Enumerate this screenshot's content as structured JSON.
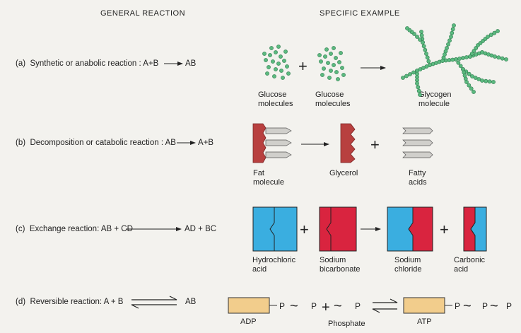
{
  "headers": {
    "general": "GENERAL REACTION",
    "specific": "SPECIFIC EXAMPLE"
  },
  "colors": {
    "fat": "#b8403f",
    "chain": "#d0cfcb",
    "blue": "#3aaee0",
    "red": "#d9243f",
    "adp": "#f2cd8c",
    "green": "#5bb97f"
  },
  "rows": [
    {
      "letter": "(a)",
      "text": "Synthetic or anabolic reaction : A+B",
      "product": "AB",
      "labels": [
        "Glucose\nmolecules",
        "Glucose\nmolecules",
        "Glycogen\nmolecule"
      ]
    },
    {
      "letter": "(b)",
      "text": "Decomposition or catabolic reaction : AB",
      "product": "A+B",
      "labels": [
        "Fat\nmolecule",
        "Glycerol",
        "Fatty\nacids"
      ]
    },
    {
      "letter": "(c)",
      "text": "Exchange reaction: AB + CD",
      "product": "AD + BC",
      "labels": [
        "Hydrochloric\nacid",
        "Sodium\nbicarbonate",
        "Sodium\nchloride",
        "Carbonic\nacid"
      ]
    },
    {
      "letter": "(d)",
      "text": "Reversible reaction: A + B",
      "product": "AB",
      "labels": [
        "ADP",
        "Phosphate",
        "ATP"
      ]
    }
  ],
  "symbols": {
    "plus": "+",
    "p": "P",
    "tilde": "~"
  }
}
